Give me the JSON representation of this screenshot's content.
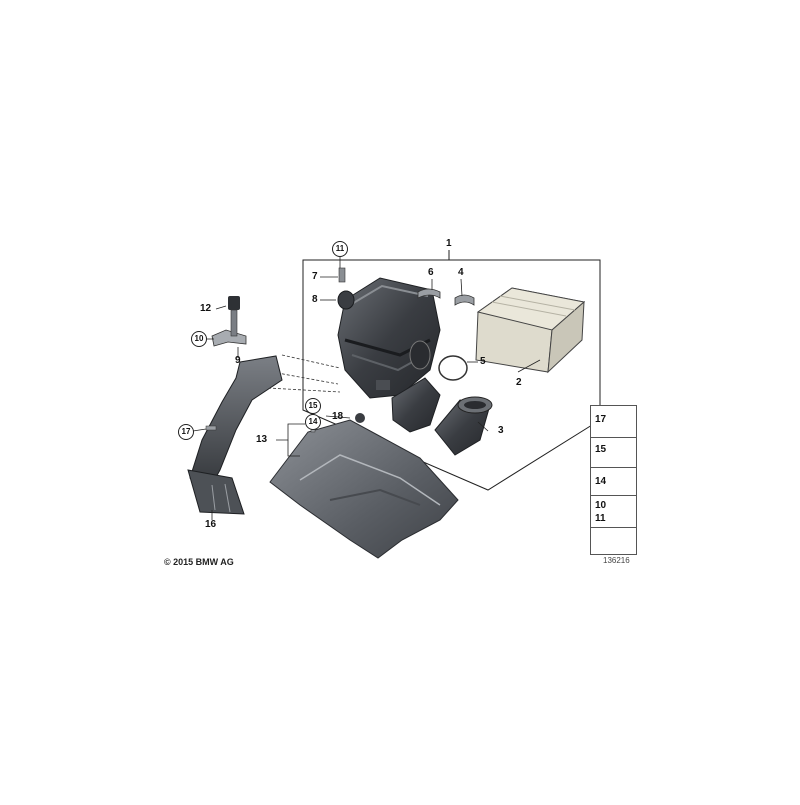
{
  "diagram": {
    "callouts": {
      "c1": "1",
      "c2": "2",
      "c3": "3",
      "c4": "4",
      "c5": "5",
      "c6": "6",
      "c7": "7",
      "c8": "8",
      "c9": "9",
      "c10": "10",
      "c11": "11",
      "c12": "12",
      "c13": "13",
      "c14": "14",
      "c15": "15",
      "c16": "16",
      "c17": "17",
      "c18": "18"
    },
    "legend": {
      "row1": "17",
      "row2": "15",
      "row3": "14",
      "row4a": "10",
      "row4b": "11"
    },
    "copyright": "© 2015 BMW AG",
    "reference": "136216"
  },
  "colors": {
    "part_dark": "#3a3d42",
    "part_mid": "#6b6f75",
    "part_light": "#a7abb0",
    "filter": "#e6e3d6",
    "line": "#222222"
  },
  "icons": [
    "air-filter-housing-icon",
    "filter-element-icon",
    "intake-duct-icon",
    "grommet-icon",
    "bolt-icon"
  ]
}
